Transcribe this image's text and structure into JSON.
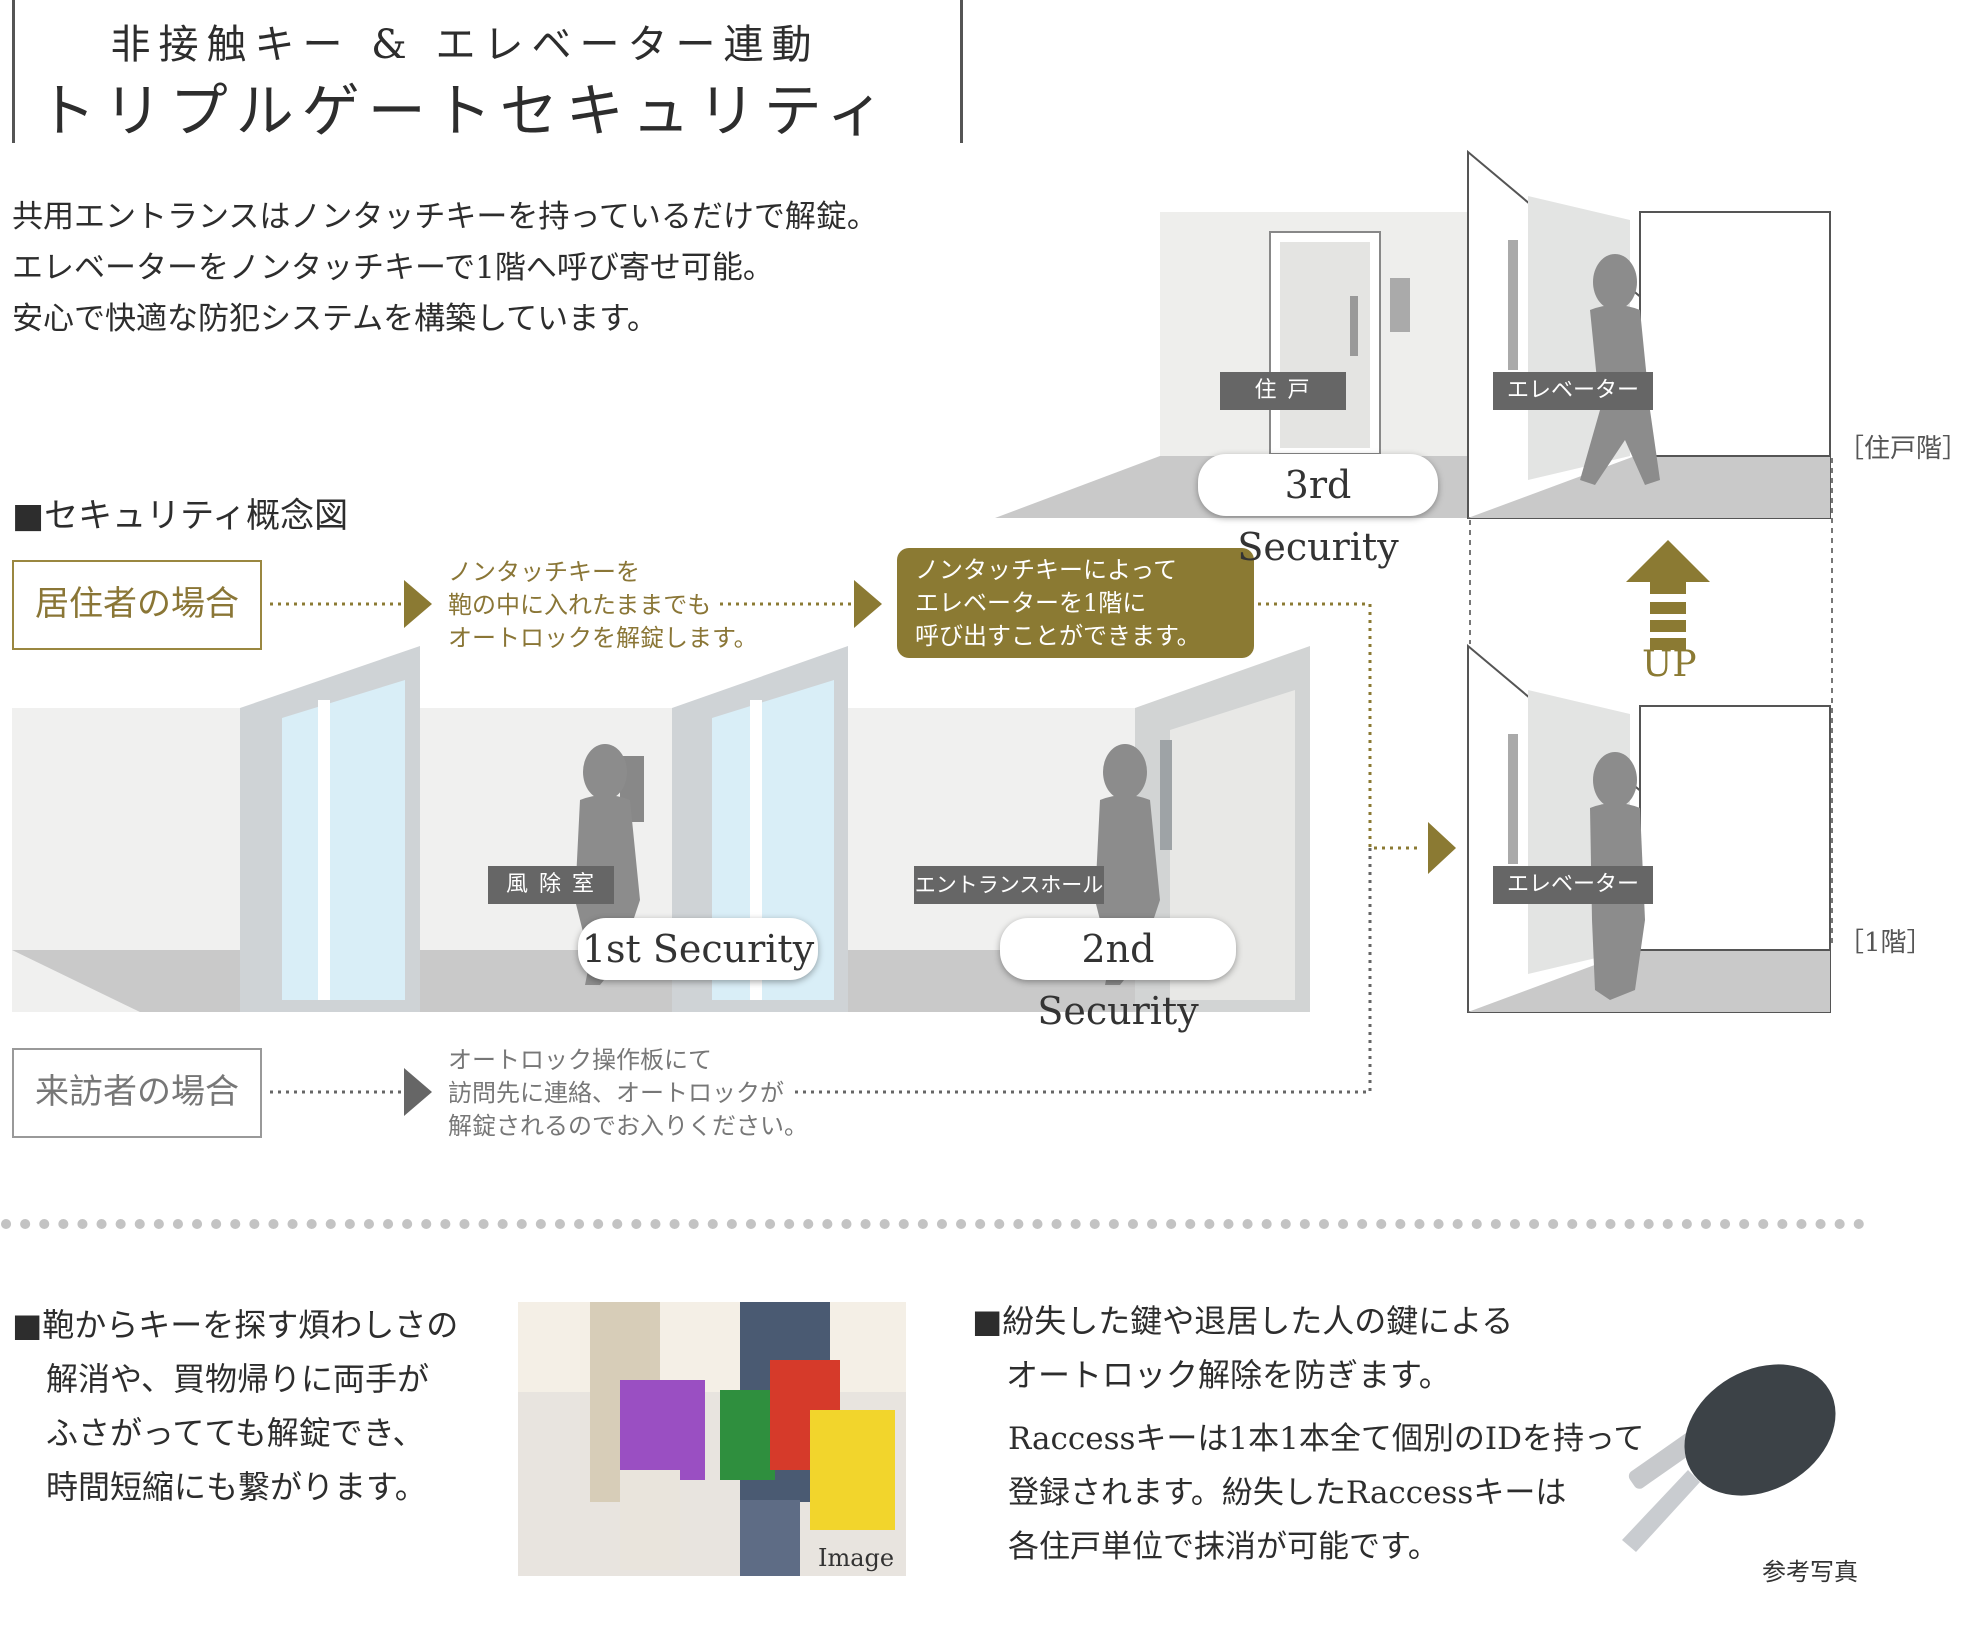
{
  "header": {
    "subtitle": "非接触キー & エレベーター連動",
    "title": "トリプルゲートセキュリティ"
  },
  "intro": [
    "共用エントランスはノンタッチキーを持っているだけで解錠。",
    "エレベーターをノンタッチキーで1階へ呼び寄せ可能。",
    "安心で快適な防犯システムを構築しています。"
  ],
  "concept": {
    "title": "■セキュリティ概念図",
    "resident_box": "居住者の場合",
    "visitor_box": "来訪者の場合",
    "resident_note": [
      "ノンタッチキーを",
      "鞄の中に入れたままでも",
      "オートロックを解錠します。"
    ],
    "elevator_note": [
      "ノンタッチキーによって",
      "エレベーターを1階に",
      "呼び出すことができます。"
    ],
    "visitor_note": [
      "オートロック操作板にて",
      "訪問先に連絡、オートロックが",
      "解錠されるのでお入りください。"
    ]
  },
  "rooms": {
    "vestibule": "風 除 室",
    "entrance_hall": "エントランスホール",
    "dwelling": "住 戸",
    "elevator_upper": "エレベーター",
    "elevator_lower": "エレベーター"
  },
  "security": {
    "first": "1st Security",
    "second": "2nd Security",
    "third": "3rd Security"
  },
  "floors": {
    "upper": "［住戸階］",
    "lower": "［1階］",
    "up": "UP"
  },
  "bottom_left": {
    "heading": [
      "■鞄からキーを探す煩わしさの",
      "解消や、買物帰りに両手が",
      "ふさがってても解錠でき、",
      "時間短縮にも繋がります。"
    ],
    "image_caption": "Image"
  },
  "bottom_right": {
    "heading": [
      "■紛失した鍵や退居した人の鍵による",
      "オートロック解除を防ぎます。"
    ],
    "body": [
      "Raccessキーは1本1本全て個別のIDを持って",
      "登録されます。紛失したRaccessキーは",
      "各住戸単位で抹消が可能です。"
    ],
    "photo_caption": "参考写真"
  },
  "colors": {
    "gold": "#8b7a33",
    "grey_label": "#666666"
  }
}
